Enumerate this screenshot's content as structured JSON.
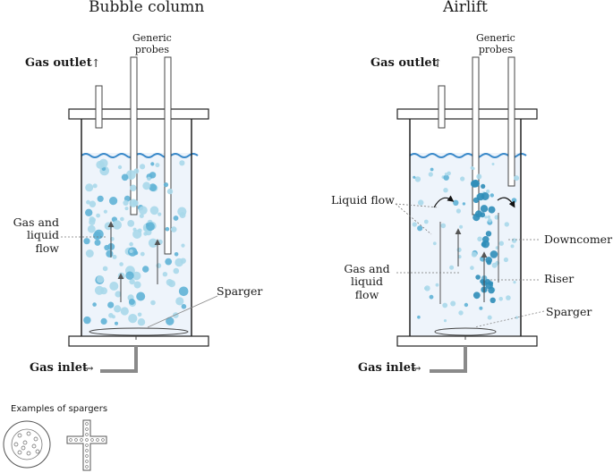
{
  "panels": {
    "bubble": {
      "title": "Bubble column",
      "gas_outlet": "Gas outlet",
      "probes": "Generic\nprobes",
      "gas_liquid_flow": "Gas and\nliquid flow",
      "sparger": "Sparger",
      "gas_inlet": "Gas inlet"
    },
    "airlift": {
      "title": "Airlift",
      "gas_outlet": "Gas outlet",
      "probes": "Generic\nprobes",
      "liquid_flow": "Liquid flow",
      "gas_liquid_flow": "Gas and\nliquid flow",
      "downcomer": "Downcomer",
      "riser": "Riser",
      "sparger": "Sparger",
      "gas_inlet": "Gas inlet"
    }
  },
  "spargers_examples": {
    "title": "Examples of spargers"
  },
  "arrow_glyphs": {
    "outlet": "↑",
    "inlet": "→"
  },
  "colors": {
    "liquid": "#eef4fb",
    "bubble_light": "#a9d8ea",
    "bubble_dark": "#2e8db8",
    "wave": "#3a89c9",
    "inlet_pipe": "#8a8a8a"
  }
}
